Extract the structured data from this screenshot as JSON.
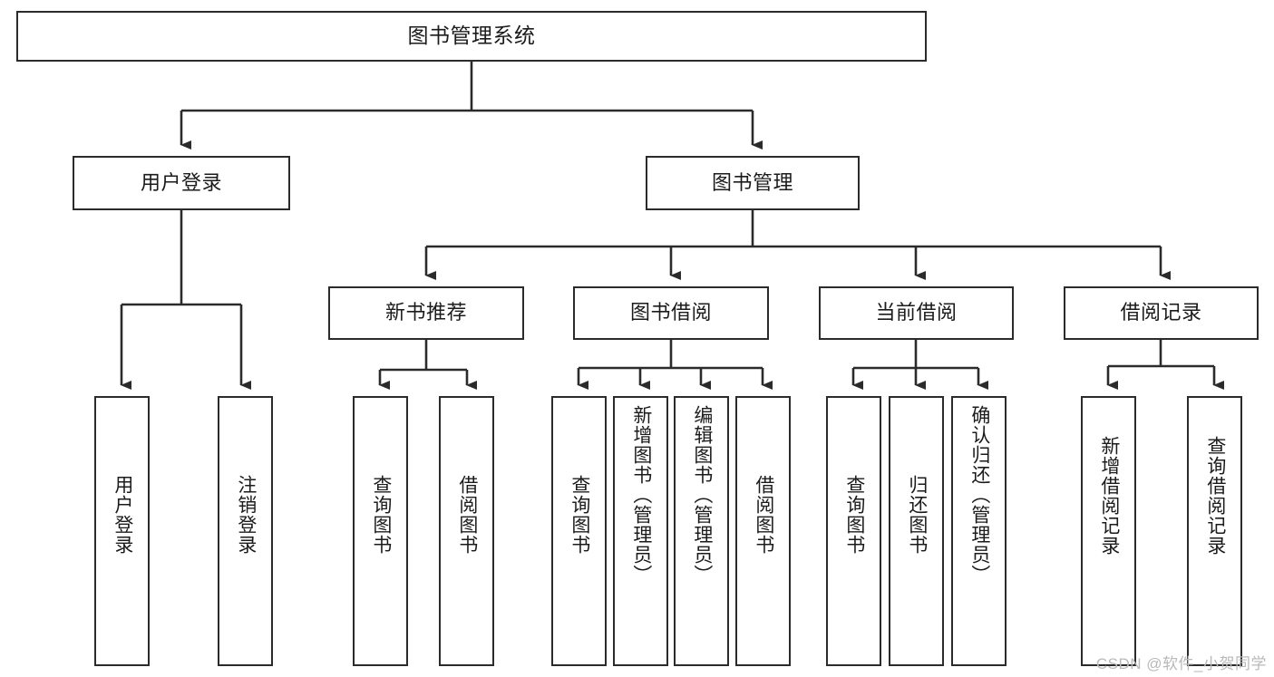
{
  "diagram": {
    "kind": "function-structure-tree",
    "title": "图书管理系统"
  },
  "nodes": {
    "root": {
      "label": "图书管理系统"
    },
    "level2": [
      {
        "id": "user-login",
        "label": "用户登录"
      },
      {
        "id": "book-manage",
        "label": "图书管理"
      }
    ],
    "level3": [
      {
        "id": "new-book-recommend",
        "label": "新书推荐"
      },
      {
        "id": "book-borrow",
        "label": "图书借阅"
      },
      {
        "id": "current-borrow",
        "label": "当前借阅"
      },
      {
        "id": "borrow-record",
        "label": "借阅记录"
      }
    ],
    "leaves": [
      {
        "id": "leaf-user-login",
        "label": "用户登录",
        "parent": "user-login"
      },
      {
        "id": "leaf-logout",
        "label": "注销登录",
        "parent": "user-login"
      },
      {
        "id": "leaf-query-book-1",
        "label": "查询图书",
        "parent": "new-book-recommend"
      },
      {
        "id": "leaf-borrow-book-1",
        "label": "借阅图书",
        "parent": "new-book-recommend"
      },
      {
        "id": "leaf-query-book-2",
        "label": "查询图书",
        "parent": "book-borrow"
      },
      {
        "id": "leaf-add-book",
        "label": "新增图书（管理员）",
        "parent": "book-borrow"
      },
      {
        "id": "leaf-edit-book",
        "label": "编辑图书（管理员）",
        "parent": "book-borrow"
      },
      {
        "id": "leaf-borrow-book-2",
        "label": "借阅图书",
        "parent": "book-borrow"
      },
      {
        "id": "leaf-query-book-3",
        "label": "查询图书",
        "parent": "current-borrow"
      },
      {
        "id": "leaf-return-book",
        "label": "归还图书",
        "parent": "current-borrow"
      },
      {
        "id": "leaf-confirm-return",
        "label": "确认归还（管理员）",
        "parent": "current-borrow"
      },
      {
        "id": "leaf-add-record",
        "label": "新增借阅记录",
        "parent": "borrow-record"
      },
      {
        "id": "leaf-query-record",
        "label": "查询借阅记录",
        "parent": "borrow-record"
      }
    ]
  },
  "watermark": {
    "text": "CSDN @软件_小贺同学"
  },
  "colors": {
    "stroke": "#2b2b2b",
    "fill": "#ffffff",
    "text": "#1b1b1b",
    "watermark": "#b9b9b9"
  }
}
